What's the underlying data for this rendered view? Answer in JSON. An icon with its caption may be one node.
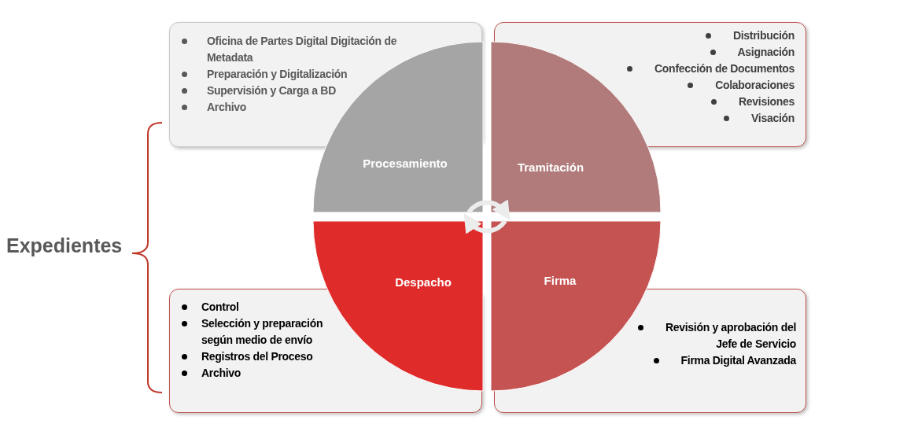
{
  "diagram": {
    "nodes": [
      {
        "text": [
          "Oficina de Partes Digital Digitación de Metadata",
          "Preparación  y Digitalización",
          "Supervisión y Carga a BD",
          "Archivo"
        ]
      },
      {
        "text": [
          "Distribución",
          "Asignación",
          "Confección de Documentos",
          "Colaboraciones",
          "Revisiones",
          "Visación"
        ]
      },
      {
        "text": [
          "Procesamiento"
        ]
      },
      {
        "text": [
          "Tramitación"
        ]
      },
      {
        "text": [
          "Despacho"
        ]
      },
      {
        "text": [
          "Firma"
        ]
      },
      {
        "text": [
          "Control",
          "Selección y preparación según medio de envío",
          "Registros del Proceso",
          "Archivo"
        ]
      },
      {
        "text": [
          "Revisión y aprobación del Jefe de Servicio",
          "Firma Digital Avanzada"
        ]
      }
    ],
    "edges": [
      {
        "from": 2,
        "to": 3,
        "arrow": "to"
      },
      {
        "from": 5,
        "to": 4,
        "arrow": "to"
      }
    ],
    "labels": [
      "Expedientes"
    ]
  }
}
